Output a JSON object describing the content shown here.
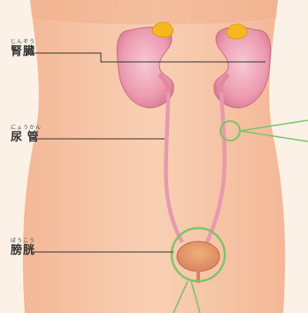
{
  "labels": {
    "kidney": {
      "ruby": "じんぞう",
      "text": "腎臓"
    },
    "ureter": {
      "ruby": "にょうかん",
      "text": "尿 管"
    },
    "bladder": {
      "ruby": "ぼうこう",
      "text": "膀胱"
    }
  },
  "colors": {
    "background": "#fbf1e6",
    "skin": "#f7c4a0",
    "organ": "#ec9bb0",
    "adrenal": "#f5b820",
    "highlight_ring": "#7ec46a",
    "leader_line": "#333333"
  }
}
